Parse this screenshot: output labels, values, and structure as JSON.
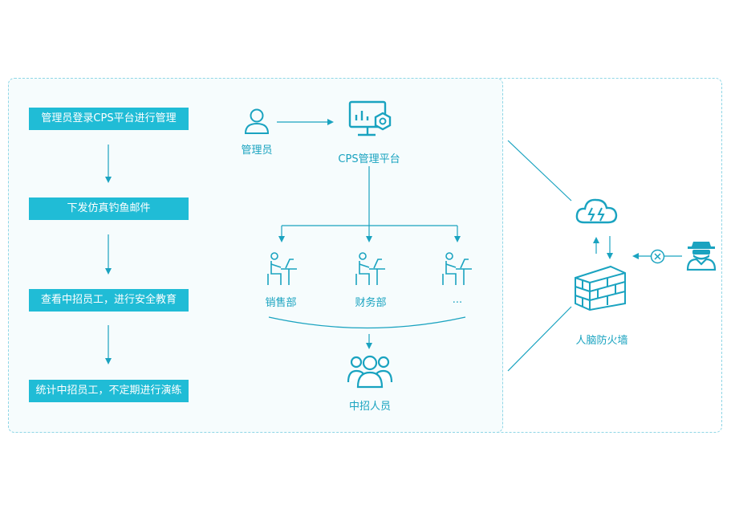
{
  "steps": [
    "管理员登录CPS平台进行管理",
    "下发仿真钓鱼邮件",
    "查看中招员工，进行安全教育",
    "统计中招员工，不定期进行演练"
  ],
  "nodes": {
    "admin": "管理员",
    "platform": "CPS管理平台",
    "dept_sales": "销售部",
    "dept_finance": "财务部",
    "dept_more": "...",
    "victims": "中招人员",
    "firewall": "人脑防火墙"
  },
  "colors": {
    "accent": "#20bcd6",
    "line": "#1aa3c0",
    "border": "#8fd6e6"
  },
  "icons": [
    "user-icon",
    "monitor-gear-icon",
    "desk-worker-icon",
    "group-icon",
    "cloud-lightning-icon",
    "brick-wall-icon",
    "hacker-icon",
    "blocked-icon"
  ]
}
